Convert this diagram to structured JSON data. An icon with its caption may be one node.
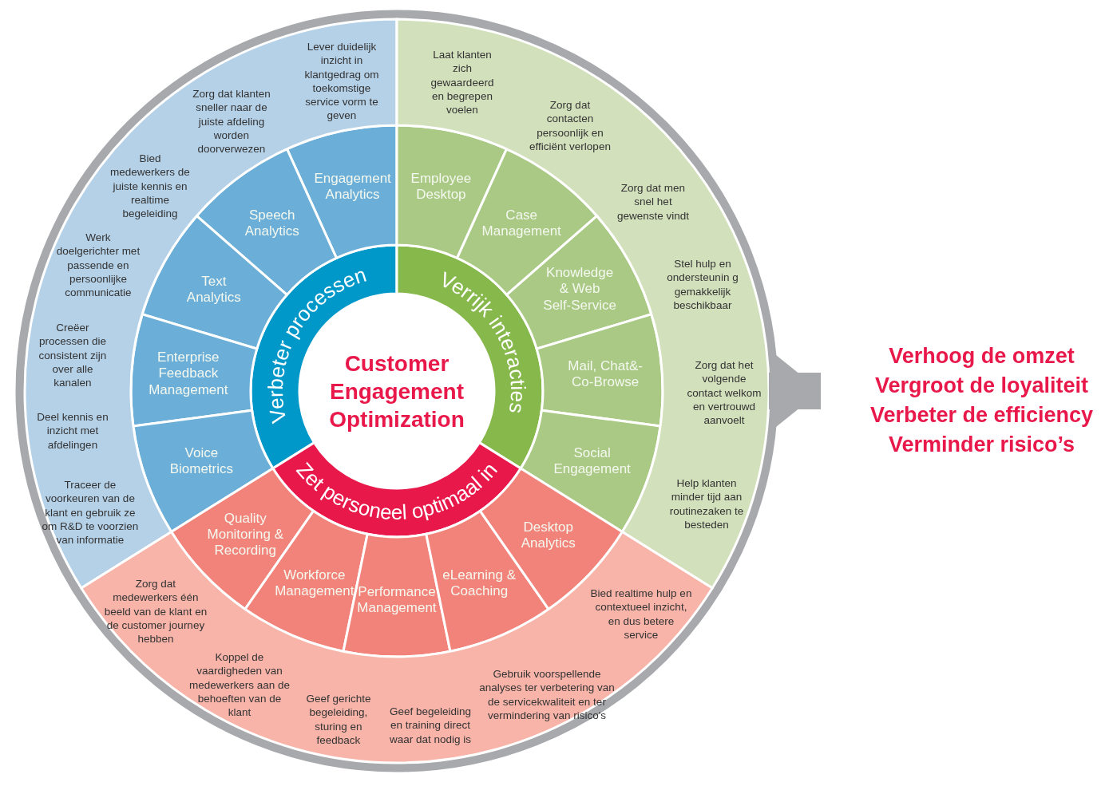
{
  "diagram": {
    "nodes": [
      {
        "text": [
          "Customer Engagement Optimization"
        ]
      },
      {
        "text": [
          "Verbeter processen"
        ]
      },
      {
        "text": [
          "Verrijk interacties"
        ]
      },
      {
        "text": [
          "Zet personeel optimaal in"
        ]
      },
      {
        "text": [
          "Engagement Analytics"
        ]
      },
      {
        "text": [
          "Speech Analytics"
        ]
      },
      {
        "text": [
          "Text Analytics"
        ]
      },
      {
        "text": [
          "Enterprise Feedback Management"
        ]
      },
      {
        "text": [
          "Voice Biometrics"
        ]
      },
      {
        "text": [
          "Employee Desktop"
        ]
      },
      {
        "text": [
          "Case Management"
        ]
      },
      {
        "text": [
          "Knowledge & Web Self-Service"
        ]
      },
      {
        "text": [
          "Mail, Chat&- Co-Browse"
        ]
      },
      {
        "text": [
          "Social Engagement"
        ]
      },
      {
        "text": [
          "Quality Monitoring & Recording"
        ]
      },
      {
        "text": [
          "Workforce Management"
        ]
      },
      {
        "text": [
          "Performance Management"
        ]
      },
      {
        "text": [
          "eLearning & Coaching"
        ]
      },
      {
        "text": [
          "Desktop Analytics"
        ]
      },
      {
        "text": [
          "Lever duidelijk inzicht in klantgedrag om toekomstige service vorm te geven",
          "Zorg dat klanten sneller naar de juiste afdeling worden doorverwezen",
          "Bied medewerkers de juiste kennis en realtime begeleiding",
          "Werk doelgerichter met passende en persoonlijke communicatie",
          "Creëer processen die consistent zijn over alle kanalen",
          "Deel kennis en inzicht met afdelingen",
          "Traceer de voorkeuren van de klant en gebruik ze om R&D te voorzien van informatie"
        ]
      },
      {
        "text": [
          "Laat klanten zich gewaardeerd en begrepen voelen",
          "Zorg dat contacten persoonlijk en efficiënt verlopen",
          "Zorg dat men snel het gewenste vindt",
          "Stel hulp en ondersteunin g gemakkelijk beschikbaar",
          "Zorg dat het volgende contact welkom en vertrouwd aanvoelt",
          "Help klanten minder tijd aan routinezaken te besteden"
        ]
      },
      {
        "text": [
          "Zorg dat medewerkers één beeld van de klant en de customer journey hebben",
          "Koppel de vaardigheden van medewerkers aan de behoeften van de klant",
          "Geef gerichte begeleiding, sturing en feedback",
          "Geef begeleiding en training direct waar dat nodig is",
          "Gebruik voorspellende analyses ter verbetering van de servicekwaliteit en ter vermindering van risico's",
          "Bied realtime hulp en contextueel inzicht, en dus betere service"
        ]
      },
      {
        "text": [
          "Verhoog de omzet",
          "Vergroot de loyaliteit",
          "Verbeter de efficiency",
          "Verminder risico’s"
        ]
      }
    ],
    "edges": [
      {
        "from": 20,
        "to": 22,
        "arrow": "to"
      }
    ]
  }
}
